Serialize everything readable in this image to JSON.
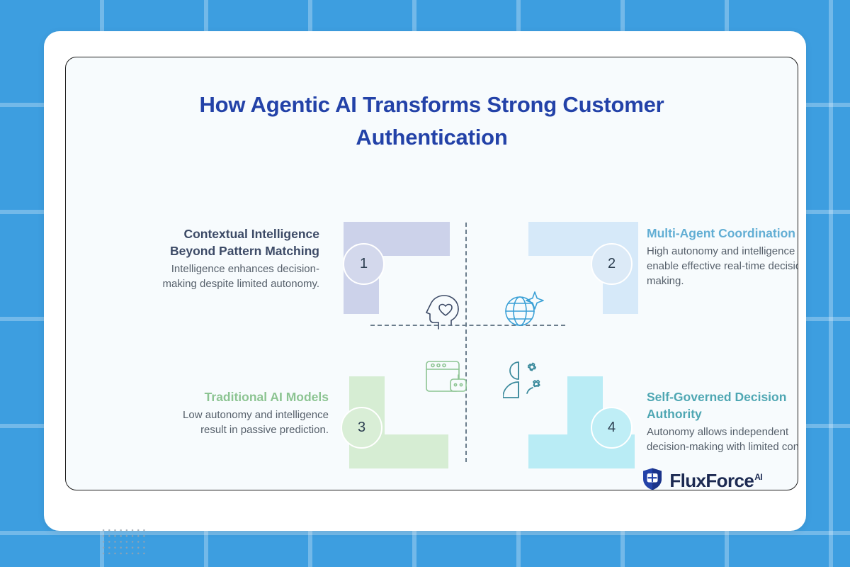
{
  "page": {
    "title": "How Agentic AI Transforms Strong Customer Authentication"
  },
  "colors": {
    "background": "#3d9ee0",
    "card": "#ffffff",
    "panel": "#f7fbfd",
    "title": "#2342a8",
    "body_text": "#555f6a",
    "axis": "#6b7d8c"
  },
  "quadrants": [
    {
      "number": "1",
      "heading": "Contextual Intelligence Beyond Pattern Matching",
      "body": "Intelligence enhances decision-making despite limited autonomy.",
      "heading_color": "#3c4a66",
      "badge_color": "#d3d8ec",
      "block_color": "#ccd2ea",
      "icon": "head-with-heart-icon"
    },
    {
      "number": "2",
      "heading": "Multi-Agent Coordination",
      "body": "High autonomy and intelligence enable effective real-time decision-making.",
      "heading_color": "#62aed4",
      "badge_color": "#dceaf7",
      "block_color": "#d6e9f9",
      "icon": "globe-sparkle-icon"
    },
    {
      "number": "3",
      "heading": "Traditional AI Models",
      "body": "Low autonomy and intelligence result in passive prediction.",
      "heading_color": "#8cc492",
      "badge_color": "#d9eed6",
      "block_color": "#d6edd3",
      "icon": "browser-chatbot-icon"
    },
    {
      "number": "4",
      "heading": "Self-Governed Decision Authority",
      "body": "Autonomy allows independent decision-making with limited context.",
      "heading_color": "#4fa7b3",
      "badge_color": "#bfeef6",
      "block_color": "#b9ecf5",
      "icon": "person-gears-icon"
    }
  ],
  "logo": {
    "name": "FluxForce",
    "superscript": "AI",
    "mark": "shield-cross-icon",
    "mark_color": "#2342a8"
  }
}
